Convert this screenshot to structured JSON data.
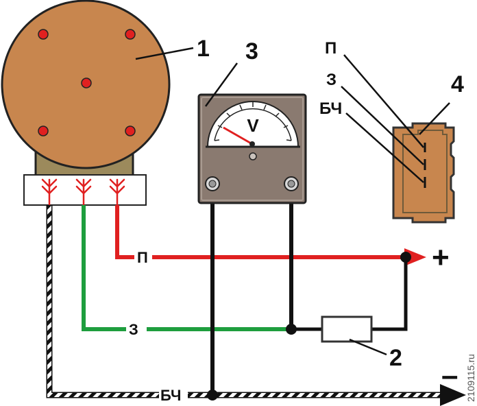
{
  "components": {
    "sensor_number": "1",
    "resistor_number": "2",
    "voltmeter_number": "3",
    "connector_number": "4",
    "voltmeter_symbol": "V"
  },
  "wires": {
    "red_label": "П",
    "green_label": "З",
    "black_label": "БЧ"
  },
  "connector_pins": {
    "p": "П",
    "z": "З",
    "bch": "БЧ"
  },
  "terminals": {
    "plus": "+",
    "minus": "–"
  },
  "watermark": "2109115.ru",
  "colors": {
    "body_brown": "#c8864e",
    "dark_brown": "#6e5a3a",
    "mount": "#9c8a5c",
    "red": "#e02020",
    "green": "#1e9e3e",
    "black": "#111111",
    "meter_gray": "#8a7a70"
  }
}
